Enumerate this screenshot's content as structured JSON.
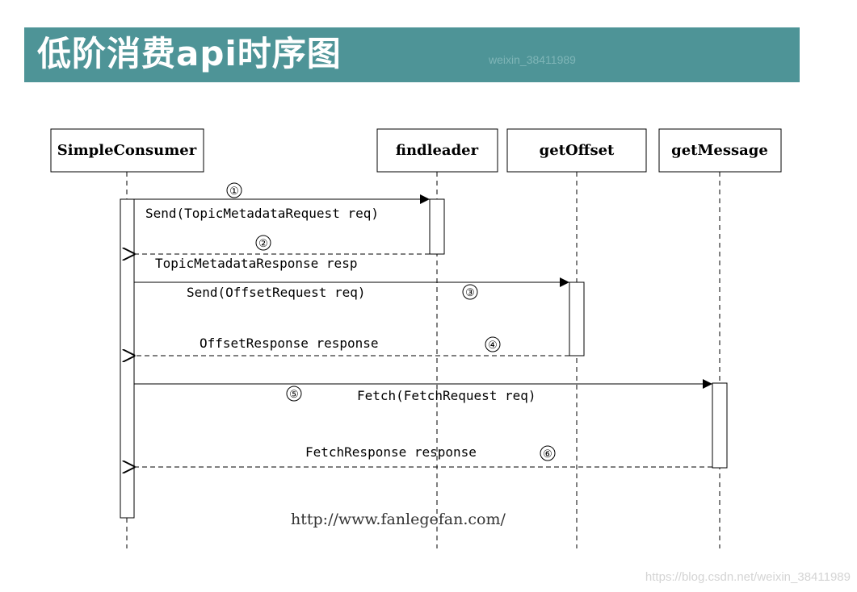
{
  "title": "低阶消费api时序图",
  "watermarks": {
    "banner": "weixin_38411989",
    "corner": "https://blog.csdn.net/weixin_38411989"
  },
  "participants": [
    {
      "id": "simple-consumer",
      "label": "SimpleConsumer"
    },
    {
      "id": "findleader",
      "label": "findleader"
    },
    {
      "id": "get-offset",
      "label": "getOffset"
    },
    {
      "id": "get-message",
      "label": "getMessage"
    }
  ],
  "messages": [
    {
      "step": "①",
      "label": "Send(TopicMetadataRequest req)",
      "from": "SimpleConsumer",
      "to": "findleader",
      "kind": "call"
    },
    {
      "step": "②",
      "label": "TopicMetadataResponse resp",
      "from": "findleader",
      "to": "SimpleConsumer",
      "kind": "return"
    },
    {
      "step": "③",
      "label": "Send(OffsetRequest req)",
      "from": "SimpleConsumer",
      "to": "getOffset",
      "kind": "call"
    },
    {
      "step": "④",
      "label": "OffsetResponse response",
      "from": "getOffset",
      "to": "SimpleConsumer",
      "kind": "return"
    },
    {
      "step": "⑤",
      "label": "Fetch(FetchRequest req)",
      "from": "SimpleConsumer",
      "to": "getMessage",
      "kind": "call"
    },
    {
      "step": "⑥",
      "label": "FetchResponse response",
      "from": "getMessage",
      "to": "SimpleConsumer",
      "kind": "return"
    }
  ],
  "footer_url": "http://www.fanlegefan.com/"
}
